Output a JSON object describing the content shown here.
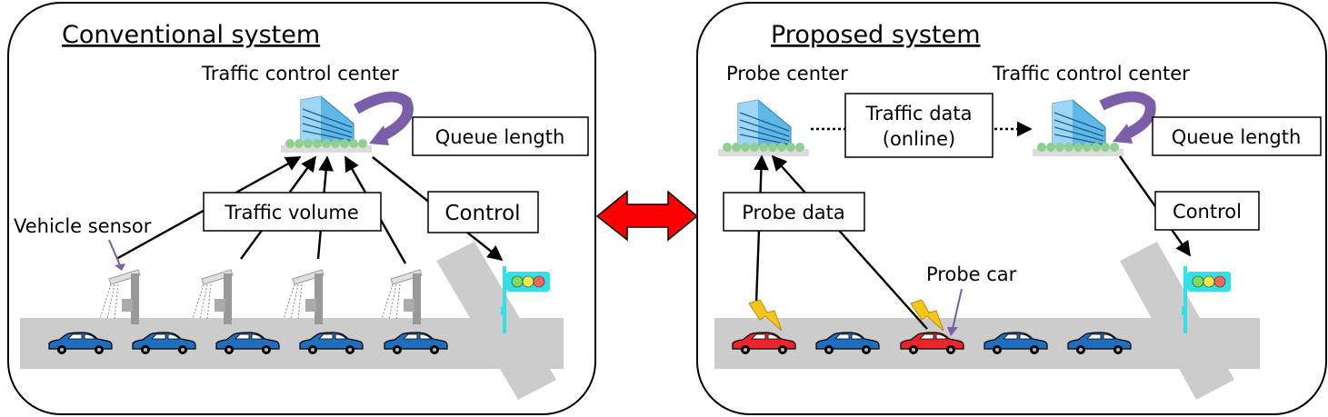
{
  "left": {
    "title": "Conventional system",
    "center_label": "Traffic control center",
    "queue_label": "Queue length",
    "volume_label": "Traffic volume",
    "control_label": "Control",
    "sensor_label": "Vehicle sensor"
  },
  "right": {
    "title": "Proposed system",
    "probe_center_label": "Probe center",
    "center_label": "Traffic control center",
    "traffic_data_line1": "Traffic data",
    "traffic_data_line2": "(online)",
    "queue_label": "Queue length",
    "probe_data_label": "Probe data",
    "control_label": "Control",
    "probe_car_label": "Probe car"
  },
  "colors": {
    "road": "#cccccc",
    "car_blue": "#1f6fc1",
    "car_red": "#e8262b",
    "loop_arrow": "#7a5ea8",
    "double_arrow": "#ff0000",
    "building": "#4aa6dc",
    "lightning": "#f5c518",
    "signal_post": "#33e0e8"
  }
}
